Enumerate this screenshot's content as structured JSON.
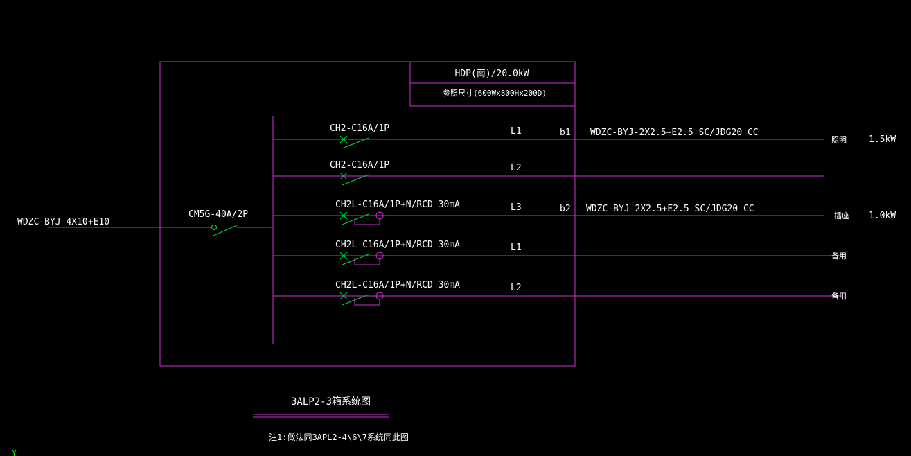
{
  "colors": {
    "background": "#000000",
    "line": "#cc33cc",
    "breaker": "#00cc33",
    "text": "#ffffff"
  },
  "incoming": {
    "cable": "WDZC-BYJ-4X10+E10",
    "main_breaker": "CM5G-40A/2P"
  },
  "panel": {
    "name": "HDP(南)/20.0kW",
    "size": "参照尺寸(600Wx800Hx200D)"
  },
  "circuits": [
    {
      "breaker": "CH2-C16A/1P",
      "phase": "L1",
      "circuit_id": "b1",
      "cable": "WDZC-BYJ-2X2.5+E2.5 SC/JDG20 CC",
      "load": "照明",
      "power": "1.5kW",
      "rcd": false
    },
    {
      "breaker": "CH2-C16A/1P",
      "phase": "L2",
      "circuit_id": "",
      "cable": "",
      "load": "",
      "power": "",
      "rcd": false
    },
    {
      "breaker": "CH2L-C16A/1P+N/RCD 30mA",
      "phase": "L3",
      "circuit_id": "b2",
      "cable": "WDZC-BYJ-2X2.5+E2.5 SC/JDG20 CC",
      "load": "插座",
      "power": "1.0kW",
      "rcd": true
    },
    {
      "breaker": "CH2L-C16A/1P+N/RCD 30mA",
      "phase": "L1",
      "circuit_id": "",
      "cable": "",
      "load": "备用",
      "power": "",
      "rcd": true
    },
    {
      "breaker": "CH2L-C16A/1P+N/RCD 30mA",
      "phase": "L2",
      "circuit_id": "",
      "cable": "",
      "load": "备用",
      "power": "",
      "rcd": true
    }
  ],
  "diagram_title": "3ALP2-3箱系统图",
  "note": "注1:做法同3APL2-4\\6\\7系统同此图",
  "ucs_axis": "Y"
}
